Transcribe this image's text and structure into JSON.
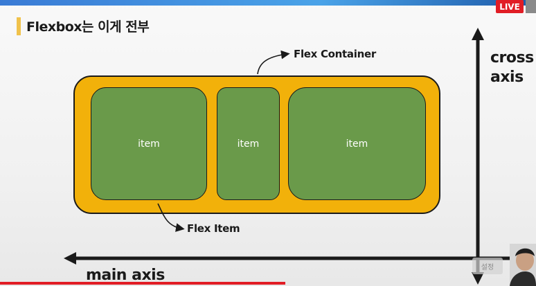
{
  "header": {
    "live_badge": "LIVE"
  },
  "slide": {
    "title": "Flexbox는 이게 전부",
    "container_label": "Flex Container",
    "item_label": "Flex Item",
    "items": [
      {
        "label": "item"
      },
      {
        "label": "item"
      },
      {
        "label": "item"
      }
    ],
    "cross_axis_label_line1": "cross",
    "cross_axis_label_line2": "axis",
    "main_axis_label": "main axis"
  },
  "overlay": {
    "ghost_button": "설정"
  },
  "colors": {
    "container": "#f2b10a",
    "item": "#6a9a4a",
    "title_accent": "#f0c24b",
    "live_badge": "#e11d25"
  }
}
